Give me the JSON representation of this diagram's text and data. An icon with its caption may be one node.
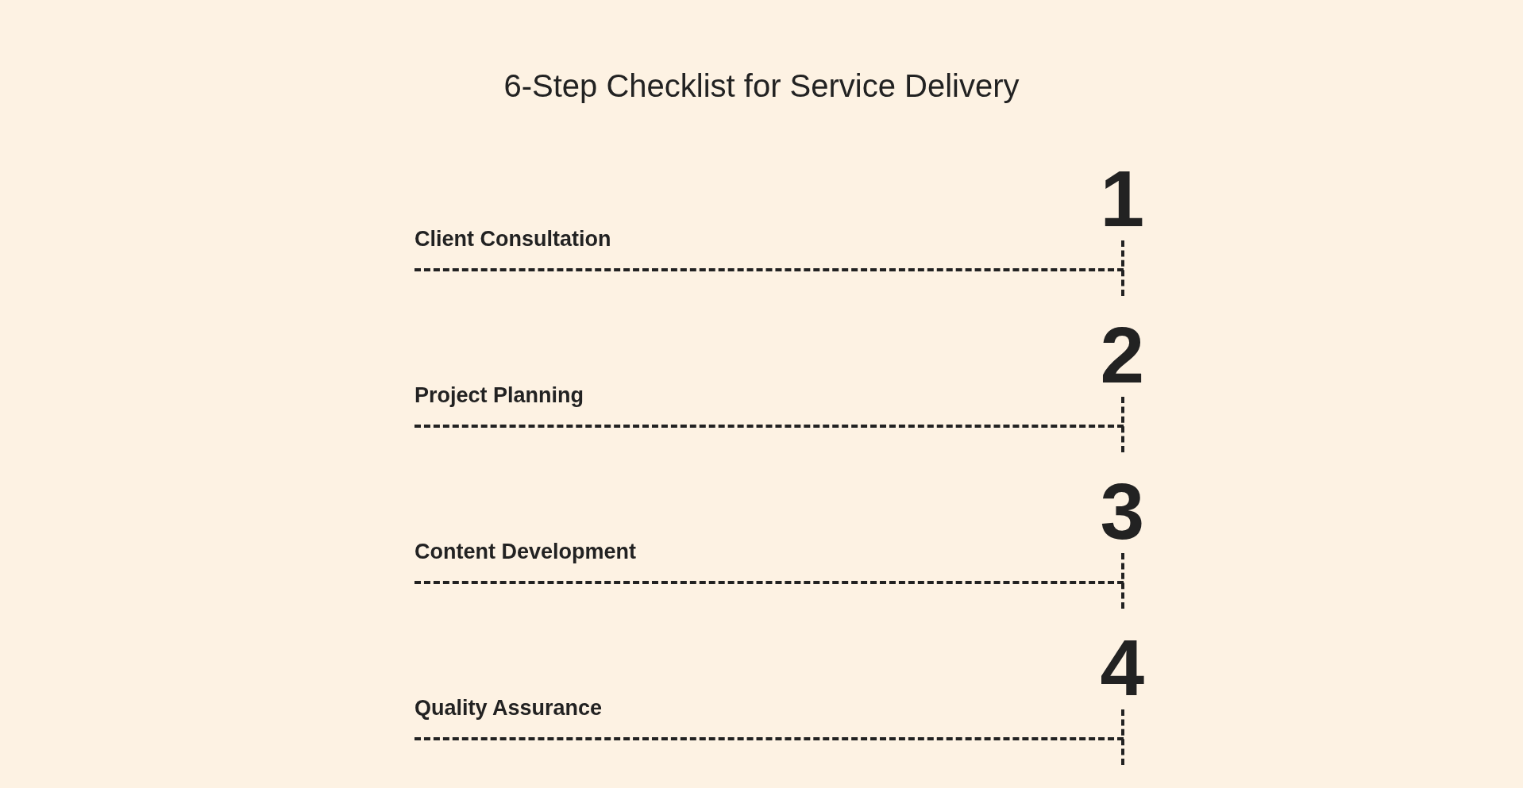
{
  "diagram": {
    "title": "6-Step Checklist for Service Delivery",
    "nodes": [
      {
        "text": [
          "1",
          "Client Consultation"
        ]
      },
      {
        "text": [
          "2",
          "Project Planning"
        ]
      },
      {
        "text": [
          "3",
          "Content Development"
        ]
      },
      {
        "text": [
          "4",
          "Quality Assurance"
        ]
      }
    ]
  }
}
